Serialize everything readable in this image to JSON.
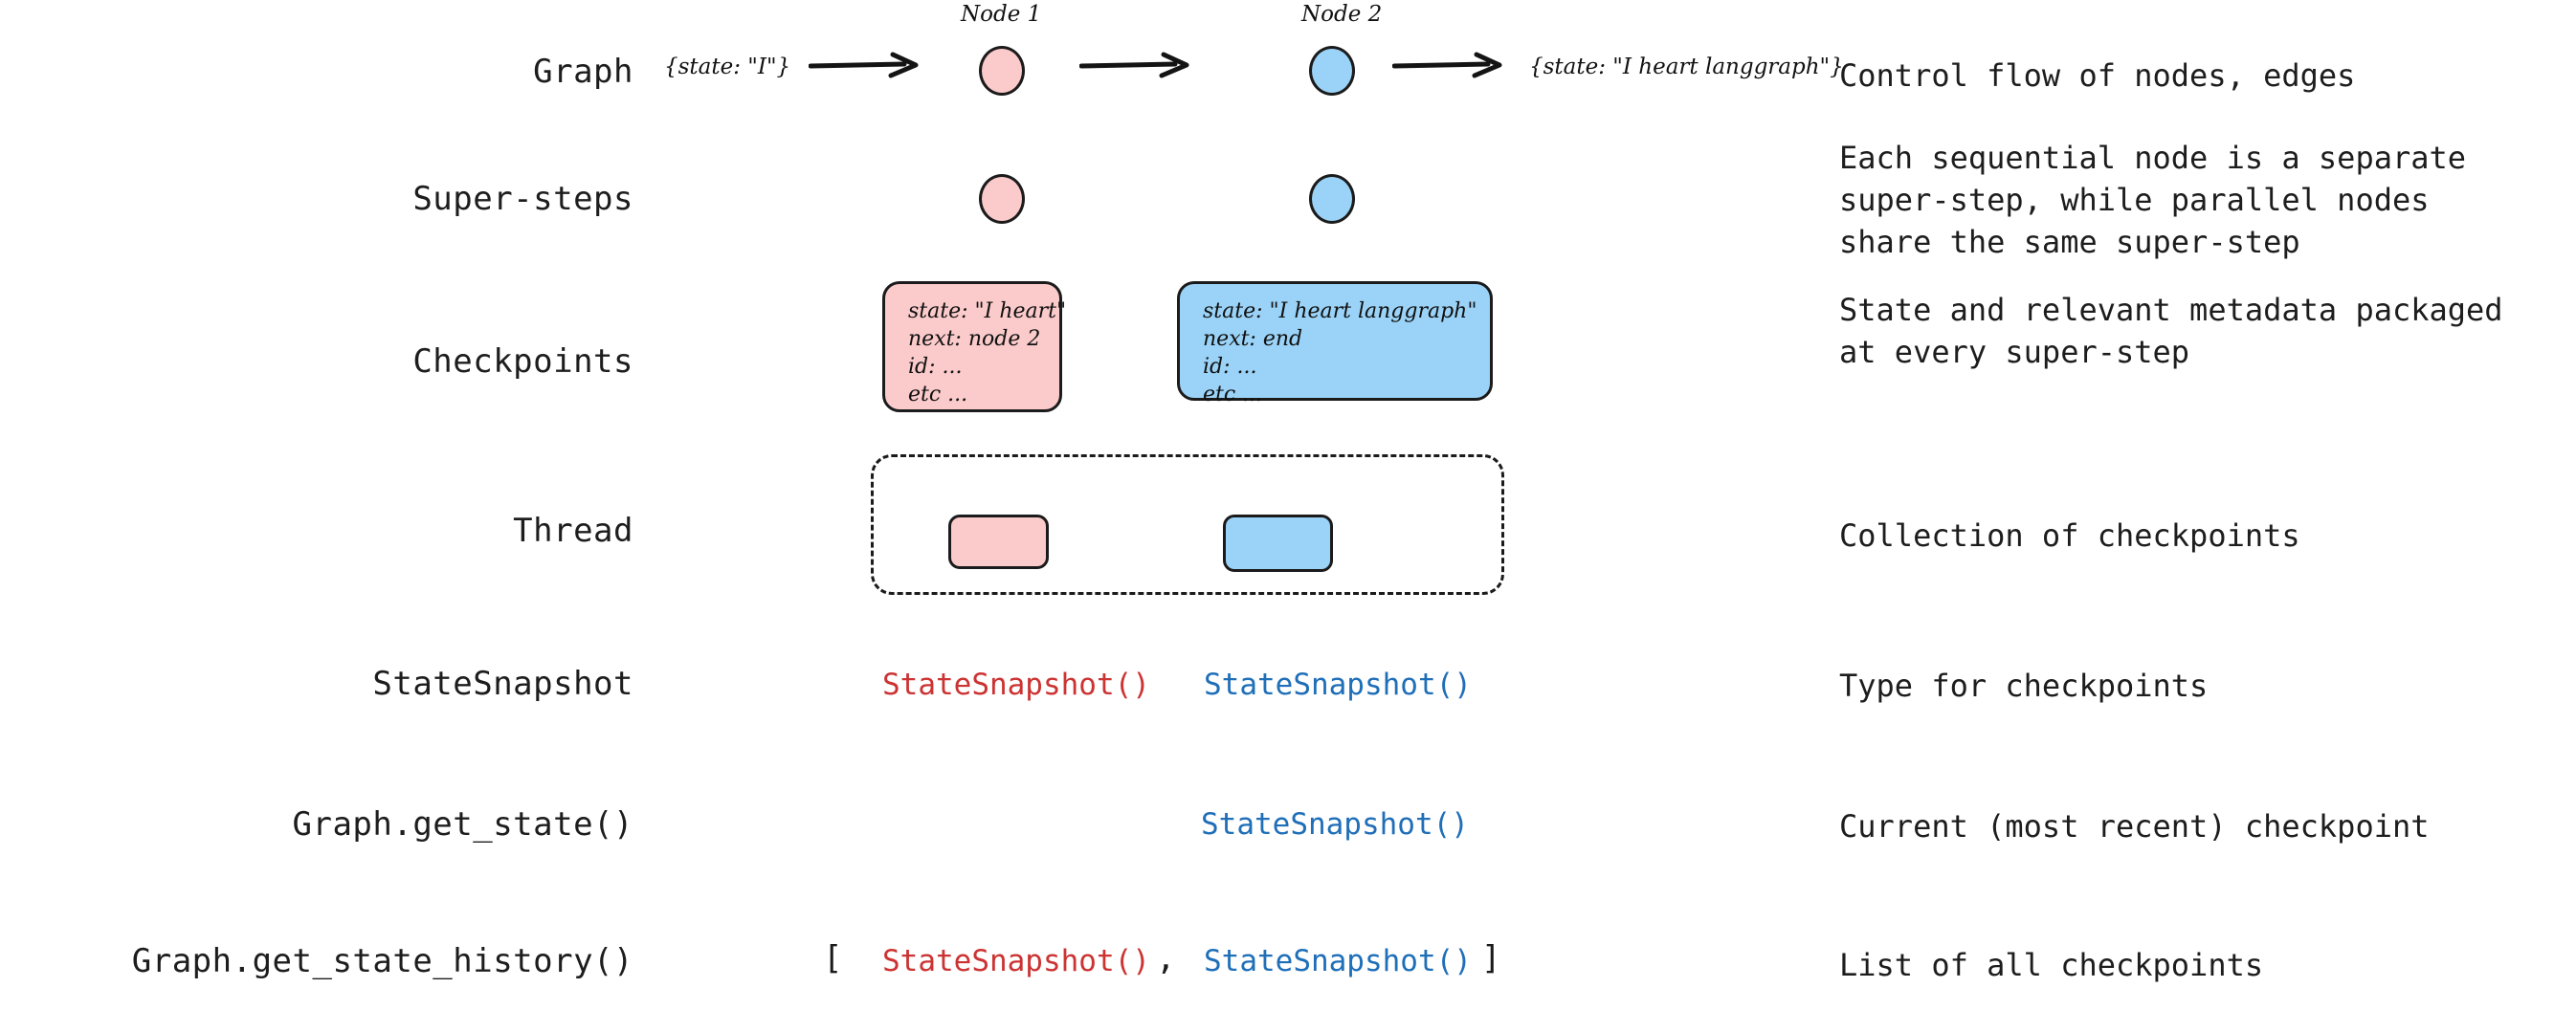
{
  "rows": [
    {
      "label": "Graph",
      "description": [
        "Control flow of nodes, edges"
      ]
    },
    {
      "label": "Super-steps",
      "description": [
        "Each sequential node is a separate",
        "super-step, while parallel nodes",
        "share the same super-step"
      ]
    },
    {
      "label": "Checkpoints",
      "description": [
        "State and relevant metadata packaged",
        "at every super-step"
      ]
    },
    {
      "label": "Thread",
      "description": [
        "Collection of checkpoints"
      ]
    },
    {
      "label": "StateSnapshot",
      "description": [
        "Type for checkpoints"
      ]
    },
    {
      "label": "Graph.get_state()",
      "description": [
        "Current (most recent) checkpoint"
      ]
    },
    {
      "label": "Graph.get_state_history()",
      "description": [
        "List of all checkpoints"
      ]
    }
  ],
  "graph_row": {
    "input_state": "{state: \"I\"}",
    "output_state": "{state: \"I heart langgraph\"}",
    "node1_caption": "Node 1",
    "node2_caption": "Node 2"
  },
  "checkpoints": {
    "node1": {
      "lines": [
        "state: \"I heart\"",
        "next: node 2",
        "id: ...",
        "etc ..."
      ]
    },
    "node2": {
      "lines": [
        "state: \"I heart langgraph\"",
        "next: end",
        "id: ...",
        "etc ..."
      ]
    }
  },
  "snapshots": {
    "state_snapshot_label": "StateSnapshot()",
    "bracket_open": "[",
    "bracket_close": "]",
    "comma": ","
  },
  "colors": {
    "pink_fill": "#fbcaca",
    "blue_fill": "#9ad3f7",
    "outline": "#1b1b1b",
    "snapshot_red": "#cc3333",
    "snapshot_blue": "#1f6fb8",
    "text": "#1d1d1d",
    "background": "#ffffff"
  }
}
